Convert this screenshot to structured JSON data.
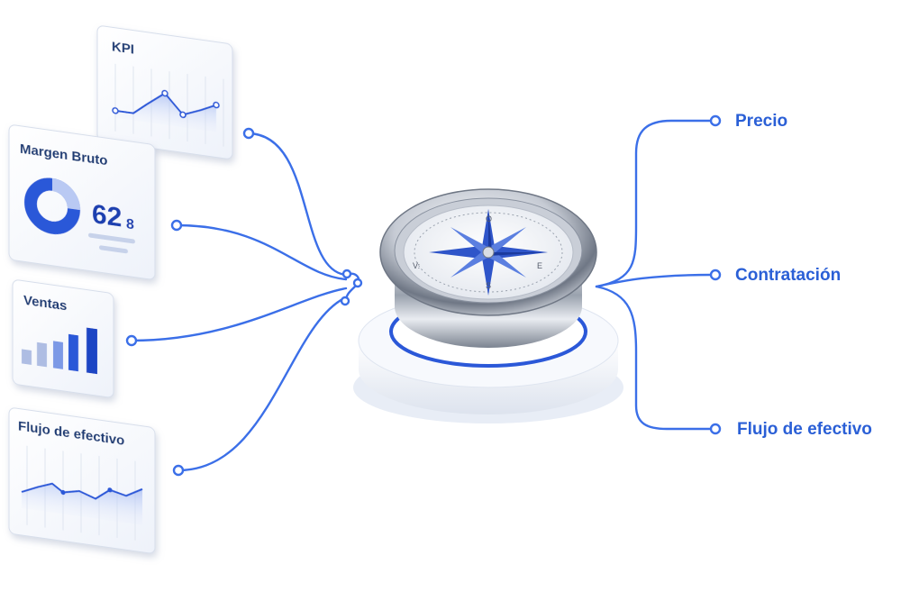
{
  "cards": {
    "kpi": {
      "title": "KPI"
    },
    "margin": {
      "title": "Margen Bruto",
      "value_main": "62",
      "value_sub": "8"
    },
    "sales": {
      "title": "Ventas"
    },
    "cashflow": {
      "title": "Flujo de efectivo"
    }
  },
  "compass": {
    "north": "O",
    "west": "V:",
    "east": "E",
    "south": "S"
  },
  "outputs": {
    "price": "Precio",
    "hiring": "Contratación",
    "cashflow": "Flujo de efectivo"
  },
  "colors": {
    "accent": "#3b6fe8",
    "dark_accent": "#1f3fb0",
    "card_bg": "#f7f9fd"
  }
}
